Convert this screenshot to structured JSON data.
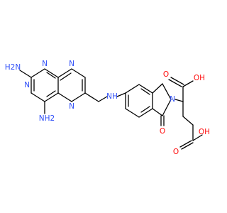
{
  "molecule": {
    "atom_labels": {
      "amine_2_N": "N",
      "amine_2_H2": "H2",
      "amine_4_N": "NH2",
      "ring_n1": "N",
      "ring_n3": "N",
      "ring_n5": "N",
      "ring_n8": "N",
      "bridge_nh": "NH",
      "lactam_n": "N",
      "carbonyl_o": "O",
      "acid_top": "OH",
      "acid_top_o": "O",
      "acid_bottom": "OH",
      "acid_bottom_o": "O"
    },
    "colors": {
      "nitrogen": "#3050f8",
      "oxygen": "#ff0d0d",
      "carbon_bond": "#000000"
    }
  }
}
